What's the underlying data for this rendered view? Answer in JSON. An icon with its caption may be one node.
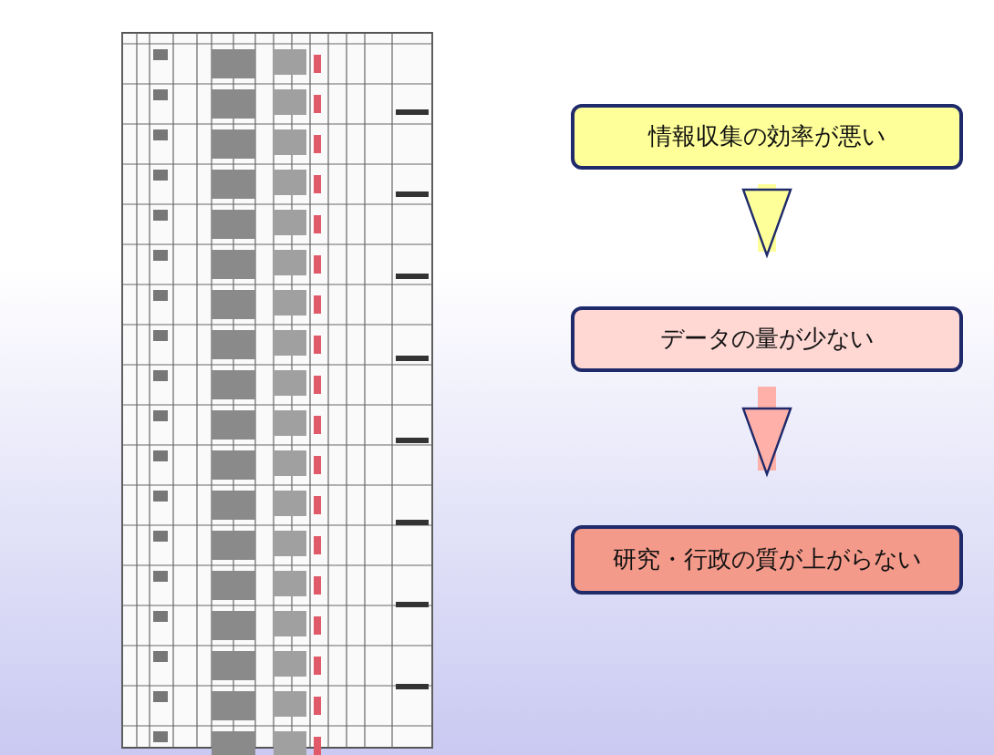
{
  "diagram": {
    "nodes": [
      {
        "text": [
          "情報収集の効率が悪い"
        ]
      },
      {
        "text": [
          "データの量が少ない"
        ]
      },
      {
        "text": [
          "研究・行政の質が上がらない"
        ]
      }
    ],
    "edges": [
      {
        "from": 0,
        "to": 1,
        "arrow": "to"
      },
      {
        "from": 1,
        "to": 2,
        "arrow": "to"
      }
    ]
  }
}
